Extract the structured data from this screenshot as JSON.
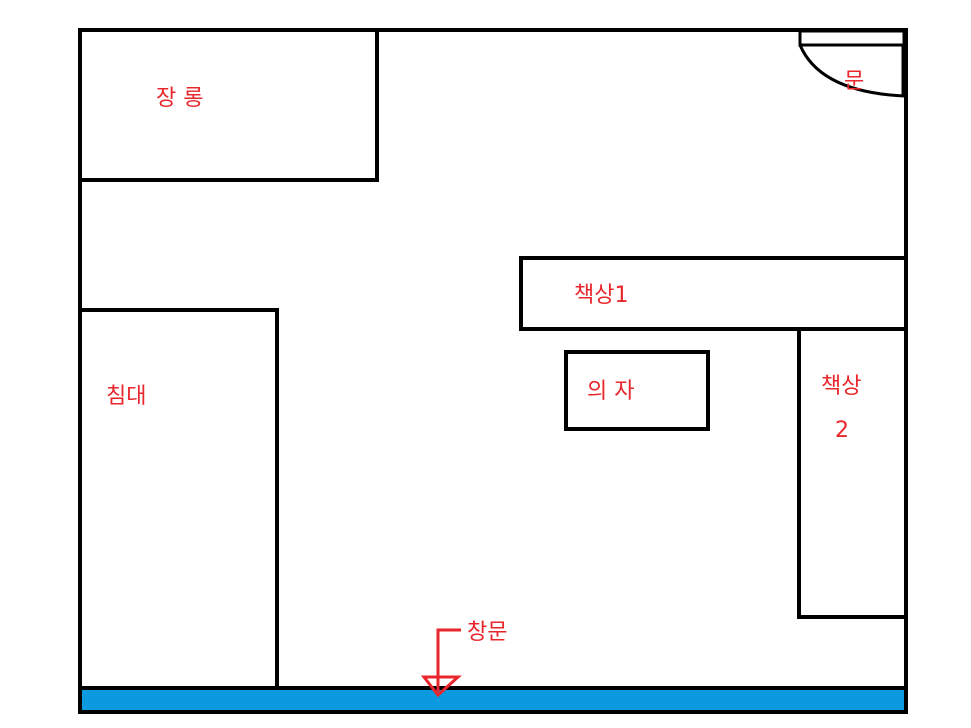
{
  "room": {
    "colors": {
      "outline": "#000000",
      "label": "#e8262c",
      "window": "#0b9ae0",
      "background": "#ffffff"
    },
    "items": {
      "wardrobe": {
        "label": "장 롱"
      },
      "door": {
        "label": "문"
      },
      "desk1": {
        "label": "책상1"
      },
      "chair": {
        "label": "의 자"
      },
      "desk2": {
        "label_line1": "책상",
        "label_line2": "2"
      },
      "bed": {
        "label": "침대"
      },
      "window": {
        "label": "창문"
      }
    }
  }
}
